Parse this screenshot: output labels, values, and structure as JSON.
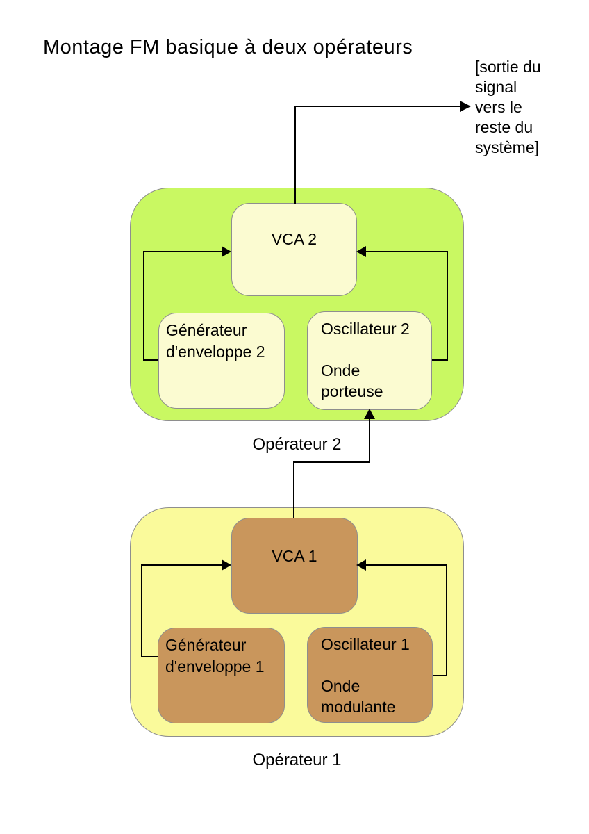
{
  "title": "Montage FM basique à deux opérateurs",
  "output_note": "[sortie du\nsignal\nvers le\nreste du\nsystème]",
  "operators": [
    {
      "label": "Opérateur 2",
      "vca": "VCA 2",
      "envelope": "Générateur\nd'enveloppe 2",
      "oscillator": "Oscillateur 2\n\nOnde\nporteuse",
      "container_color": "#c9f862",
      "module_color": "#fbfbd1"
    },
    {
      "label": "Opérateur 1",
      "vca": "VCA 1",
      "envelope": "Générateur\nd'enveloppe 1",
      "oscillator": "Oscillateur 1\n\nOnde\nmodulante",
      "container_color": "#fafa9b",
      "module_color": "#c9965c"
    }
  ],
  "colors": {
    "background": "#ffffff",
    "border_gray": "#8e8e8e",
    "wire_black": "#000000",
    "text": "#000000"
  }
}
